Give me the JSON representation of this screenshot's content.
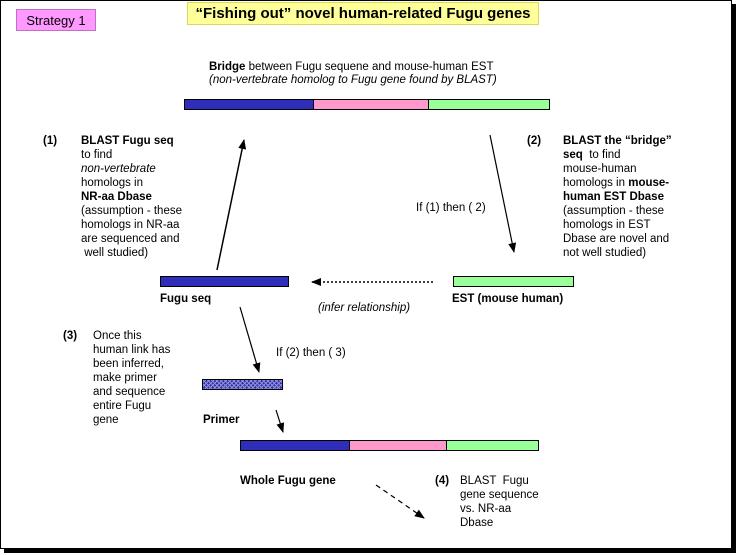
{
  "strategy_label": "Strategy 1",
  "title": "“Fishing out” novel human-related Fugu genes",
  "bridge": {
    "bold": "Bridge",
    "rest": " between Fugu sequene and mouse-human EST",
    "line2": "(non-vertebrate homolog to Fugu gene found by BLAST)"
  },
  "step1": {
    "num": "(1)",
    "l1": "BLAST Fugu seq",
    "l2": "to find",
    "l3": "non-vertebrate",
    "l4": "homologs in",
    "l5": "NR-aa Dbase",
    "l6": "(assumption - these",
    "l7": "homologs in NR-aa",
    "l8": "are sequenced and",
    "l9": " well studied)"
  },
  "step2": {
    "num": "(2)",
    "l1": "BLAST the “bridge”",
    "l2a": "seq",
    "l2b": "  to find",
    "l3": "mouse-human",
    "l4a": "homologs in ",
    "l4b": "mouse-",
    "l5": "human EST Dbase",
    "l6": "(assumption - these",
    "l7": "homologs in EST",
    "l8": "Dbase are novel and",
    "l9": "not well studied)"
  },
  "if1": "If (1) then ( 2)",
  "fugu_label": "Fugu seq",
  "est_label": "EST (mouse human)",
  "infer_label": "(infer relationship)",
  "step3": {
    "num": "(3)",
    "lines": [
      "Once this",
      "human link has",
      "been inferred,",
      "make primer",
      "and sequence",
      "entire Fugu",
      "gene"
    ]
  },
  "if2": "If (2) then ( 3)",
  "primer_label": "Primer",
  "whole_label": "Whole Fugu gene",
  "step4": {
    "num": "(4)",
    "lines": [
      "BLAST  Fugu",
      "gene sequence",
      "vs. NR-aa",
      "Dbase"
    ]
  },
  "colors": {
    "blue": "#2e2eb8",
    "pink": "#ff99cc",
    "green": "#99ff99",
    "title_bg": "#ffff99",
    "strategy_bg": "#ff99ff"
  }
}
